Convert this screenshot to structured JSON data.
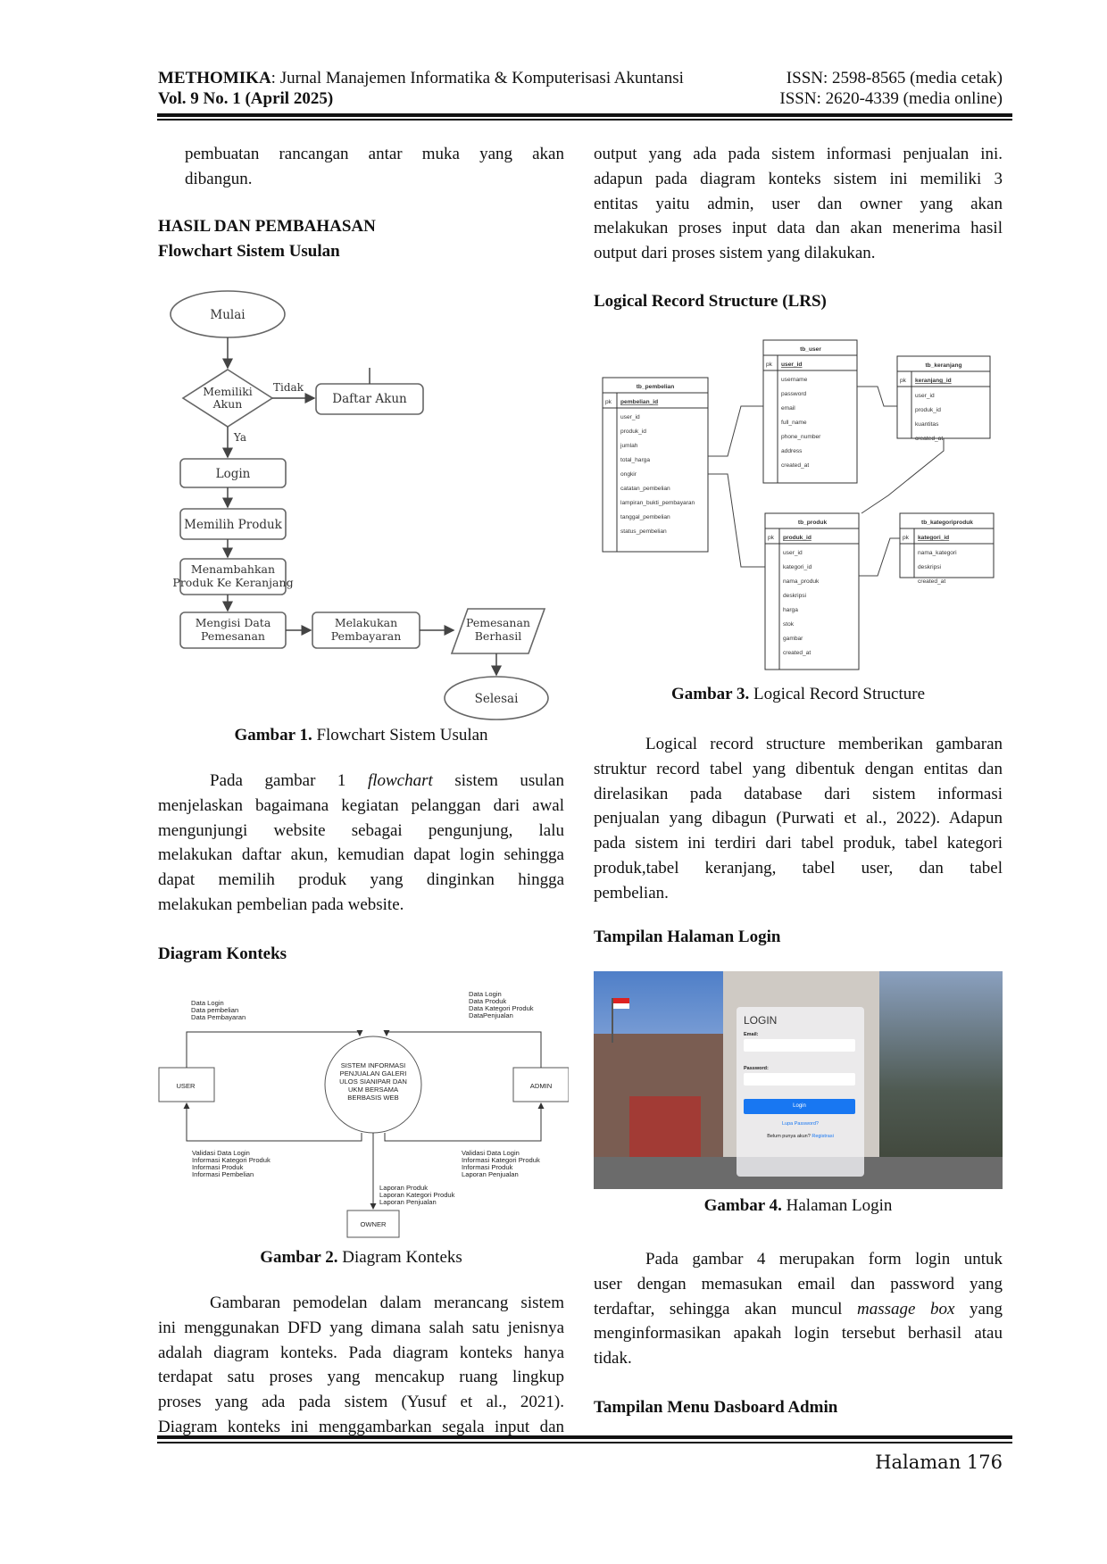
{
  "header": {
    "journal_name": "METHOMIKA",
    "journal_subtitle": ": Jurnal Manajemen Informatika & Komputerisasi Akuntansi",
    "volume": "Vol. 9 No. 1 (April 2025)",
    "issn_print": "ISSN: 2598-8565 (media cetak)",
    "issn_online": "ISSN: 2620-4339 (media online)"
  },
  "left": {
    "p0_l1": "pembuatan rancangan antar muka yang akan",
    "p0_l2": "dibangun.",
    "h_section": "HASIL DAN PEMBAHASAN",
    "h_flowchart": "Flowchart Sistem Usulan",
    "fig1_label": "Gambar 1.",
    "fig1_title": " Flowchart Sistem Usulan",
    "p1_l1a": "Pada gambar 1 ",
    "p1_l1b": "flowchart",
    "p1_l1c": " sistem usulan",
    "p1_l2": "menjelaskan bagaimana kegiatan pelanggan dari awal",
    "p1_l3": "mengunjungi website sebagai pengunjung, lalu",
    "p1_l4": "melakukan daftar akun, kemudian dapat login sehingga",
    "p1_l5": "dapat memilih produk yang dinginkan hingga",
    "p1_l6": "melakukan pembelian pada website.",
    "h_context": "Diagram Konteks",
    "fig2_label": "Gambar 2.",
    "fig2_title": " Diagram Konteks",
    "p2_l1": "Gambaran pemodelan dalam merancang sistem",
    "p2_l2": "ini menggunakan DFD yang dimana salah satu jenisnya",
    "p2_l3": "adalah diagram konteks. Pada diagram konteks hanya",
    "p2_l4": "terdapat satu proses yang mencakup ruang lingkup",
    "p2_l5": "proses yang ada pada sistem (Yusuf et al., 2021).",
    "p2_l6": "Diagram konteks ini menggambarkan segala input dan"
  },
  "right": {
    "p0_l1": "output yang ada pada sistem informasi penjualan ini.",
    "p0_l2": "adapun pada diagram konteks sistem ini memiliki 3",
    "p0_l3": "entitas yaitu admin, user dan owner yang akan",
    "p0_l4": "melakukan proses input data dan akan menerima hasil",
    "p0_l5": "output dari proses sistem yang dilakukan.",
    "h_lrs": "Logical Record Structure (LRS)",
    "fig3_label": "Gambar 3.",
    "fig3_title": " Logical Record Structure",
    "p1_l1": "Logical record structure memberikan gambaran",
    "p1_l2": "struktur record tabel yang dibentuk dengan entitas dan",
    "p1_l3": "direlasikan pada database dari sistem informasi",
    "p1_l4": "penjualan yang dibagun (Purwati et al., 2022). Adapun",
    "p1_l5": "pada sistem ini terdiri dari tabel produk, tabel kategori",
    "p1_l6": "produk,tabel keranjang, tabel user, dan tabel",
    "p1_l7": "pembelian.",
    "h_login": "Tampilan Halaman Login",
    "fig4_label": "Gambar 4.",
    "fig4_title": " Halaman Login",
    "p2_l1": "Pada gambar 4 merupakan form login untuk",
    "p2_l2": "user dengan memasukan email dan password yang",
    "p2_l3a": "terdaftar, sehingga akan muncul ",
    "p2_l3b": "massage box",
    "p2_l3c": " yang",
    "p2_l4": "menginformasikan apakah login tersebut berhasil atau",
    "p2_l5": "tidak.",
    "h_dash": "Tampilan Menu Dasboard Admin"
  },
  "flowchart": {
    "start": "Mulai",
    "decision_l1": "Memiliki",
    "decision_l2": "Akun",
    "no": "Tidak",
    "yes": "Ya",
    "register": "Daftar Akun",
    "login": "Login",
    "choose": "Memilih Produk",
    "add_l1": "Menambahkan",
    "add_l2": "Produk Ke Keranjang",
    "fill_l1": "Mengisi Data",
    "fill_l2": "Pemesanan",
    "pay_l1": "Melakukan",
    "pay_l2": "Pembayaran",
    "ok_l1": "Pemesanan",
    "ok_l2": "Berhasil",
    "end": "Selesai"
  },
  "context": {
    "user": "USER",
    "admin": "ADMIN",
    "owner": "OWNER",
    "process": [
      "SISTEM INFORMASI",
      "PENJUALAN GALERI",
      "ULOS SIANIPAR DAN",
      "UKM BERSAMA",
      "BERBASIS WEB"
    ],
    "user_in": [
      "Data Login",
      "Data pembelian",
      "Data Pembayaran"
    ],
    "admin_in": [
      "Data Login",
      "Data Produk",
      "Data Kategori Produk",
      "DataPenjualan"
    ],
    "user_out": [
      "Validasi Data Login",
      "Informasi Kategori Produk",
      "Informasi Produk",
      "Informasi Pembelian"
    ],
    "admin_out": [
      "Validasi Data Login",
      "Informasi Kategori Produk",
      "Informasi Produk",
      "Laporan Penjualan"
    ],
    "owner_out": [
      "Laporan Produk",
      "Laporan Kategori Produk",
      "Laporan Penjualan"
    ]
  },
  "lrs": {
    "pk": "pk",
    "tb_user": {
      "name": "tb_user",
      "key": "user_id",
      "fields": [
        "username",
        "password",
        "email",
        "full_name",
        "phone_number",
        "address",
        "created_at"
      ]
    },
    "tb_pembelian": {
      "name": "tb_pembelian",
      "key": "pembelian_id",
      "fields": [
        "user_id",
        "produk_id",
        "jumlah",
        "total_harga",
        "ongkir",
        "catatan_pembelian",
        "lampiran_bukti_pembayaran",
        "tanggal_pembelian",
        "status_pembelian"
      ]
    },
    "tb_keranjang": {
      "name": "tb_keranjang",
      "key": "keranjang_id",
      "fields": [
        "user_id",
        "produk_id",
        "kuantitas",
        "created_at"
      ]
    },
    "tb_produk": {
      "name": "tb_produk",
      "key": "produk_id",
      "fields": [
        "user_id",
        "kategori_id",
        "nama_produk",
        "deskripsi",
        "harga",
        "stok",
        "gambar",
        "created_at"
      ]
    },
    "tb_kategoriproduk": {
      "name": "tb_kategoriproduk",
      "key": "kategori_id",
      "fields": [
        "nama_kategori",
        "deskripsi",
        "created_at"
      ]
    }
  },
  "login_screen": {
    "title": "LOGIN",
    "email_label": "Email:",
    "password_label": "Password:",
    "button": "Login",
    "forgot": "Lupa Password?",
    "register_prompt": "Belum punya akun? ",
    "register_link": "Registrasi"
  },
  "footer": {
    "page": "Halaman 176"
  }
}
